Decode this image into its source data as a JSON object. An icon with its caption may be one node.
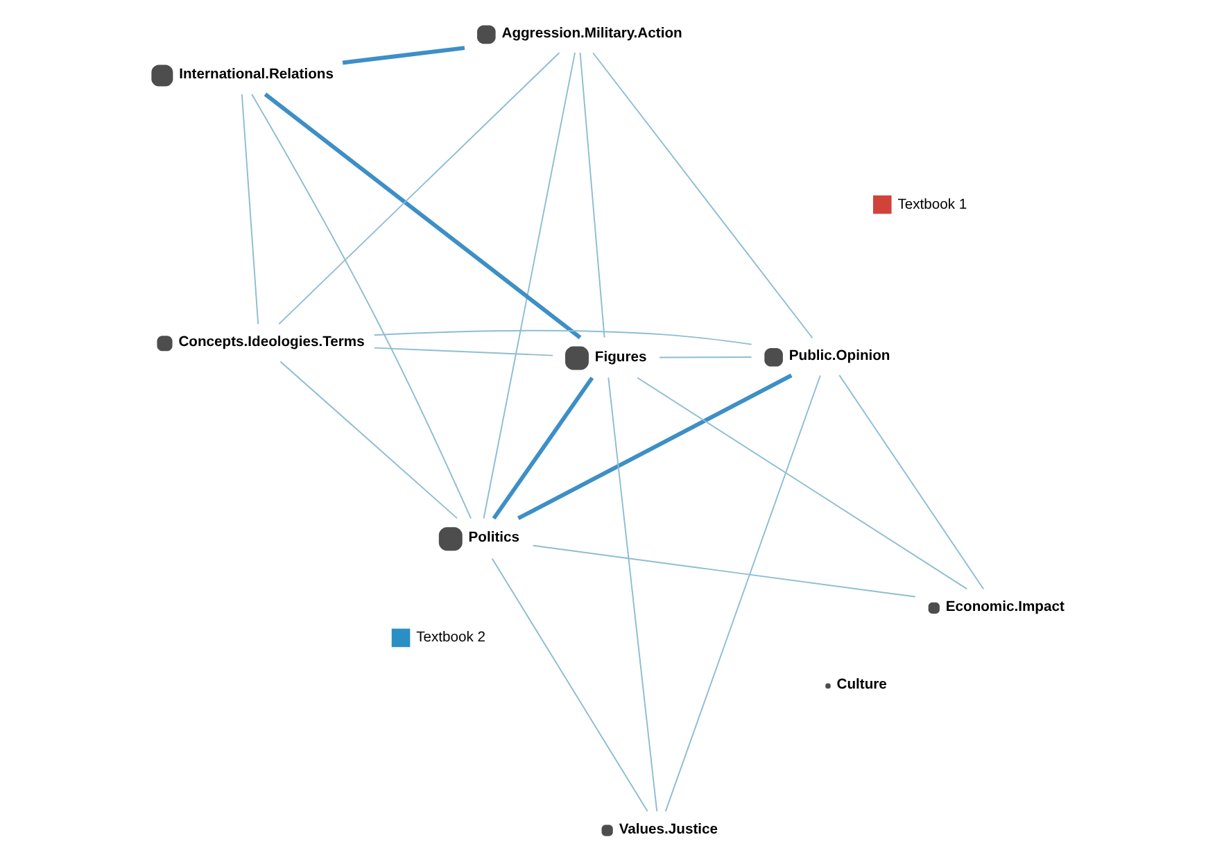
{
  "diagram": {
    "nodes": [
      {
        "text": [
          "Politics"
        ]
      },
      {
        "text": [
          "Figures"
        ]
      },
      {
        "text": [
          "Values.Justice"
        ]
      },
      {
        "text": [
          "Textbook 1"
        ]
      },
      {
        "text": [
          "Textbook 2"
        ]
      },
      {
        "text": [
          "Culture"
        ]
      },
      {
        "text": [
          "Public.Opinion"
        ]
      },
      {
        "text": [
          "Aggression.Military.Action"
        ]
      },
      {
        "text": [
          "International.Relations"
        ]
      },
      {
        "text": [
          "Concepts.Ideologies.Terms"
        ]
      },
      {
        "text": [
          "Economic.Impact"
        ]
      }
    ],
    "edges": [
      {
        "from": 0,
        "to": 1,
        "arrow": "none",
        "style": "thick",
        "color": "#3d8fc6"
      },
      {
        "from": 0,
        "to": 2,
        "arrow": "none"
      },
      {
        "from": 0,
        "to": 9,
        "arrow": "none"
      },
      {
        "from": 0,
        "to": 6,
        "arrow": "none",
        "style": "thick",
        "color": "#3d8fc6"
      },
      {
        "from": 0,
        "to": 7,
        "arrow": "none"
      },
      {
        "from": 0,
        "to": 10,
        "arrow": "none"
      },
      {
        "from": 0,
        "to": 8,
        "arrow": "none"
      },
      {
        "from": 1,
        "to": 2,
        "arrow": "none"
      },
      {
        "from": 1,
        "to": 8,
        "arrow": "none",
        "style": "thick",
        "color": "#3d8fc6"
      },
      {
        "from": 1,
        "to": 9,
        "arrow": "none"
      },
      {
        "from": 1,
        "to": 7,
        "arrow": "none"
      },
      {
        "from": 1,
        "to": 6,
        "arrow": "none"
      },
      {
        "from": 1,
        "to": 10,
        "arrow": "none"
      },
      {
        "from": 2,
        "to": 6,
        "arrow": "none"
      },
      {
        "from": 6,
        "to": 9,
        "arrow": "none"
      },
      {
        "from": 6,
        "to": 7,
        "arrow": "none"
      },
      {
        "from": 6,
        "to": 10,
        "arrow": "none"
      },
      {
        "from": 7,
        "to": 8,
        "arrow": "none",
        "style": "thick",
        "color": "#3d8fc6"
      },
      {
        "from": 9,
        "to": 8,
        "arrow": "none"
      },
      {
        "from": 9,
        "to": 7,
        "arrow": "none"
      }
    ]
  }
}
